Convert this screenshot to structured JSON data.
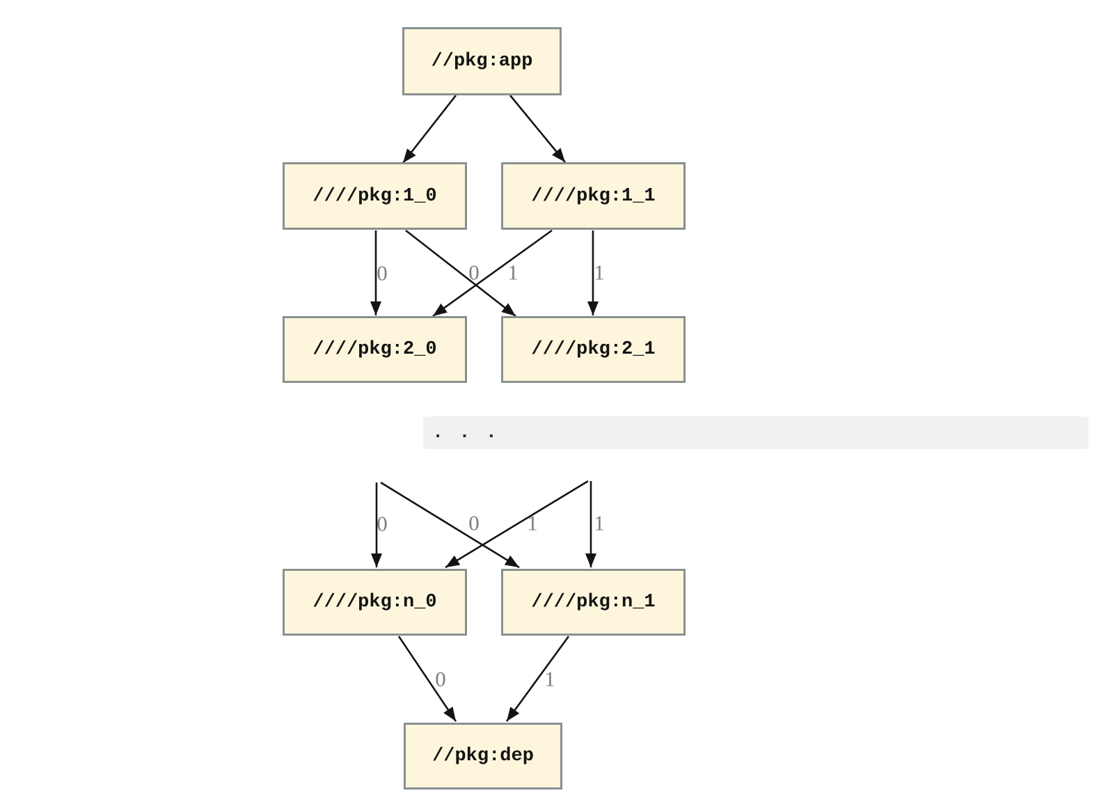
{
  "diagram": {
    "nodes": {
      "app": {
        "label": "//pkg:app"
      },
      "l1_0": {
        "label": "////pkg:1_0"
      },
      "l1_1": {
        "label": "////pkg:1_1"
      },
      "l2_0": {
        "label": "////pkg:2_0"
      },
      "l2_1": {
        "label": "////pkg:2_1"
      },
      "ln_0": {
        "label": "////pkg:n_0"
      },
      "ln_1": {
        "label": "////pkg:n_1"
      },
      "dep": {
        "label": "//pkg:dep"
      }
    },
    "ellipsis_text": ". . .",
    "edges": [
      {
        "from": "//pkg:app",
        "to": "////pkg:1_0",
        "label": ""
      },
      {
        "from": "//pkg:app",
        "to": "////pkg:1_1",
        "label": ""
      },
      {
        "from": "////pkg:1_0",
        "to": "////pkg:2_0",
        "label": "0"
      },
      {
        "from": "////pkg:1_0",
        "to": "////pkg:2_1",
        "label": "0"
      },
      {
        "from": "////pkg:1_1",
        "to": "////pkg:2_0",
        "label": "1"
      },
      {
        "from": "////pkg:1_1",
        "to": "////pkg:2_1",
        "label": "1"
      },
      {
        "from": "...",
        "to": "////pkg:n_0",
        "label": "0"
      },
      {
        "from": "...",
        "to": "////pkg:n_1",
        "label": "0"
      },
      {
        "from": "...",
        "to": "////pkg:n_0",
        "label": "1"
      },
      {
        "from": "...",
        "to": "////pkg:n_1",
        "label": "1"
      },
      {
        "from": "////pkg:n_0",
        "to": "//pkg:dep",
        "label": "0"
      },
      {
        "from": "////pkg:n_1",
        "to": "//pkg:dep",
        "label": "1"
      }
    ],
    "colors": {
      "node_fill": "#FDF6DC",
      "node_border": "#8A9090",
      "edge_stroke": "#141414",
      "edge_label": "#7E7E7E",
      "ellipsis_bar_bg": "#F1F1F1",
      "background": "#FFFFFF"
    }
  }
}
